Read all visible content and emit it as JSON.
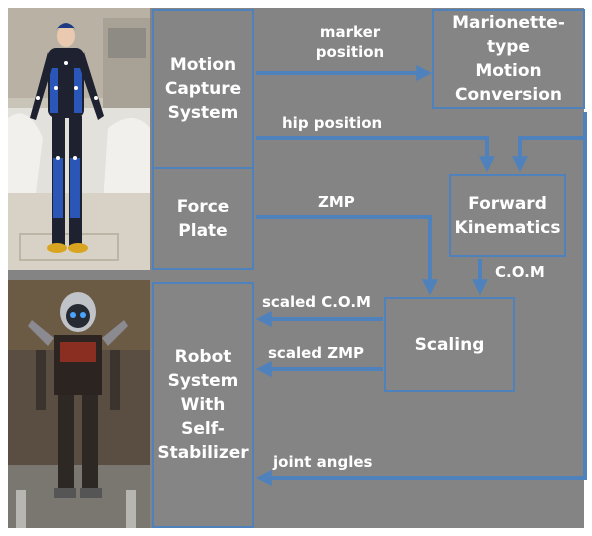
{
  "blocks": {
    "motion_capture": "Motion\nCapture\nSystem",
    "marionette": "Marionette-type\nMotion\nConversion",
    "force_plate": "Force\nPlate",
    "forward_kinematics": "Forward\nKinematics",
    "scaling": "Scaling",
    "robot_system": "Robot\nSystem\nWith\nSelf-\nStabilizer"
  },
  "labels": {
    "marker_position": "marker\nposition",
    "hip_position": "hip position",
    "zmp": "ZMP",
    "com": "C.O.M",
    "scaled_com": "scaled C.O.M",
    "scaled_zmp": "scaled ZMP",
    "joint_angles": "joint  angles"
  },
  "colors": {
    "arrow": "#4f81bd",
    "block_fill": "#858585",
    "background": "#848484",
    "text": "#ffffff"
  }
}
